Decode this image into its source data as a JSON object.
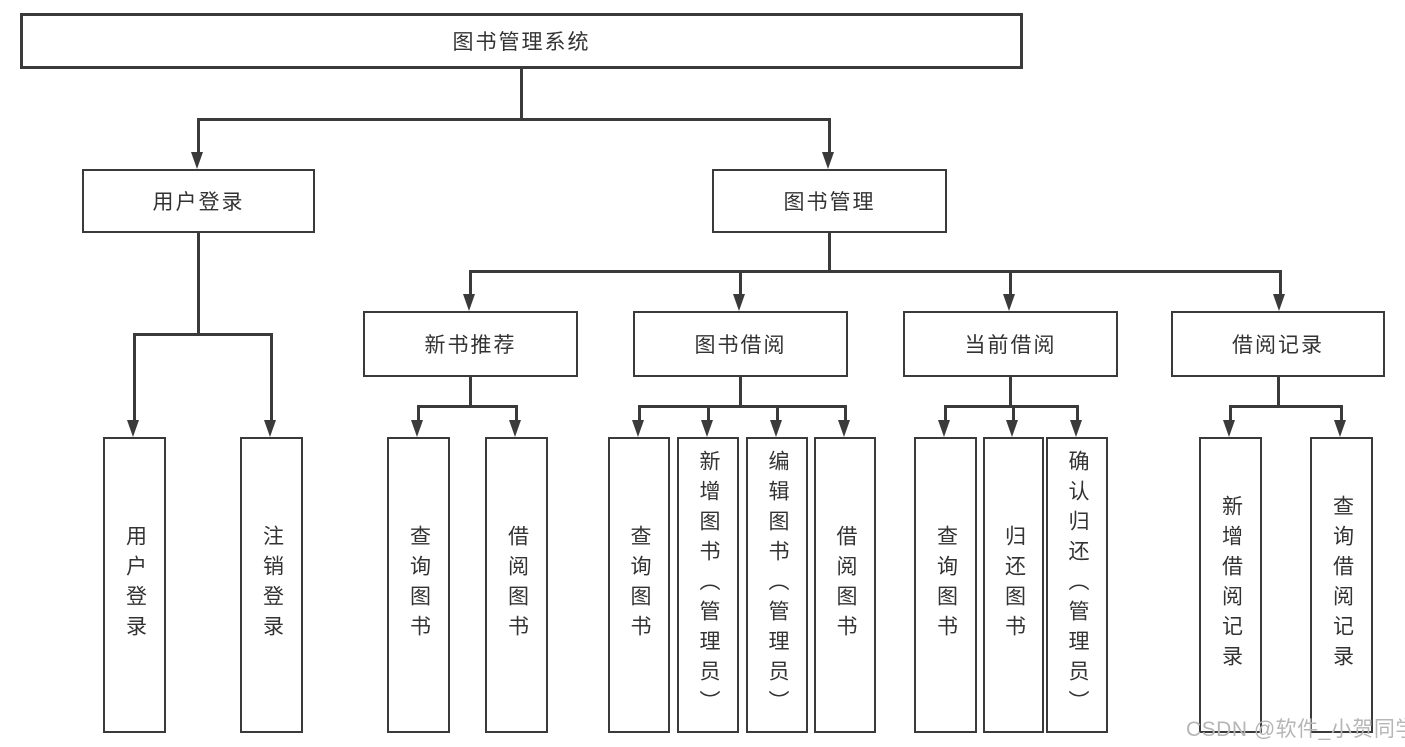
{
  "tree": {
    "label": "图书管理系统",
    "children": [
      {
        "label": "用户登录",
        "children": [
          {
            "label": "用户登录"
          },
          {
            "label": "注销登录"
          }
        ]
      },
      {
        "label": "图书管理",
        "children": [
          {
            "label": "新书推荐",
            "children": [
              {
                "label": "查询图书"
              },
              {
                "label": "借阅图书"
              }
            ]
          },
          {
            "label": "图书借阅",
            "children": [
              {
                "label": "查询图书"
              },
              {
                "label": "新增图书（管理员）"
              },
              {
                "label": "编辑图书（管理员）"
              },
              {
                "label": "借阅图书"
              }
            ]
          },
          {
            "label": "当前借阅",
            "children": [
              {
                "label": "查询图书"
              },
              {
                "label": "归还图书"
              },
              {
                "label": "确认归还（管理员）"
              }
            ]
          },
          {
            "label": "借阅记录",
            "children": [
              {
                "label": "新增借阅记录"
              },
              {
                "label": "查询借阅记录"
              }
            ]
          }
        ]
      }
    ]
  },
  "watermark": {
    "text": "CSDN @软件_小贺同学"
  },
  "colors": {
    "line": "#3a3a3a",
    "text": "#333333",
    "watermark": "#b6b6b6",
    "background": "#ffffff"
  }
}
